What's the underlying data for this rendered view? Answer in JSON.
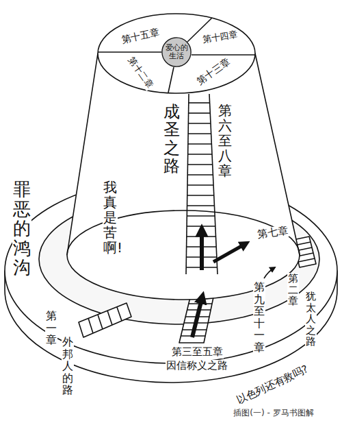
{
  "diagram": {
    "caption": "插图(一) - 罗马书图解",
    "nodes": [
      {
        "text": [
          "爱心的生活"
        ]
      }
    ],
    "labels": [
      "第十五章",
      "第十四章",
      "第十二章",
      "第十三章",
      "成圣之路",
      "第六至八章",
      "罪恶的鸿沟",
      "我真是苦啊!",
      "第七章",
      "第一章",
      "外邦人的路",
      "第三至五章",
      "因信称义之路",
      "第九至十一章",
      "以色列还有救吗?",
      "第二章",
      "犹太人之路"
    ]
  }
}
